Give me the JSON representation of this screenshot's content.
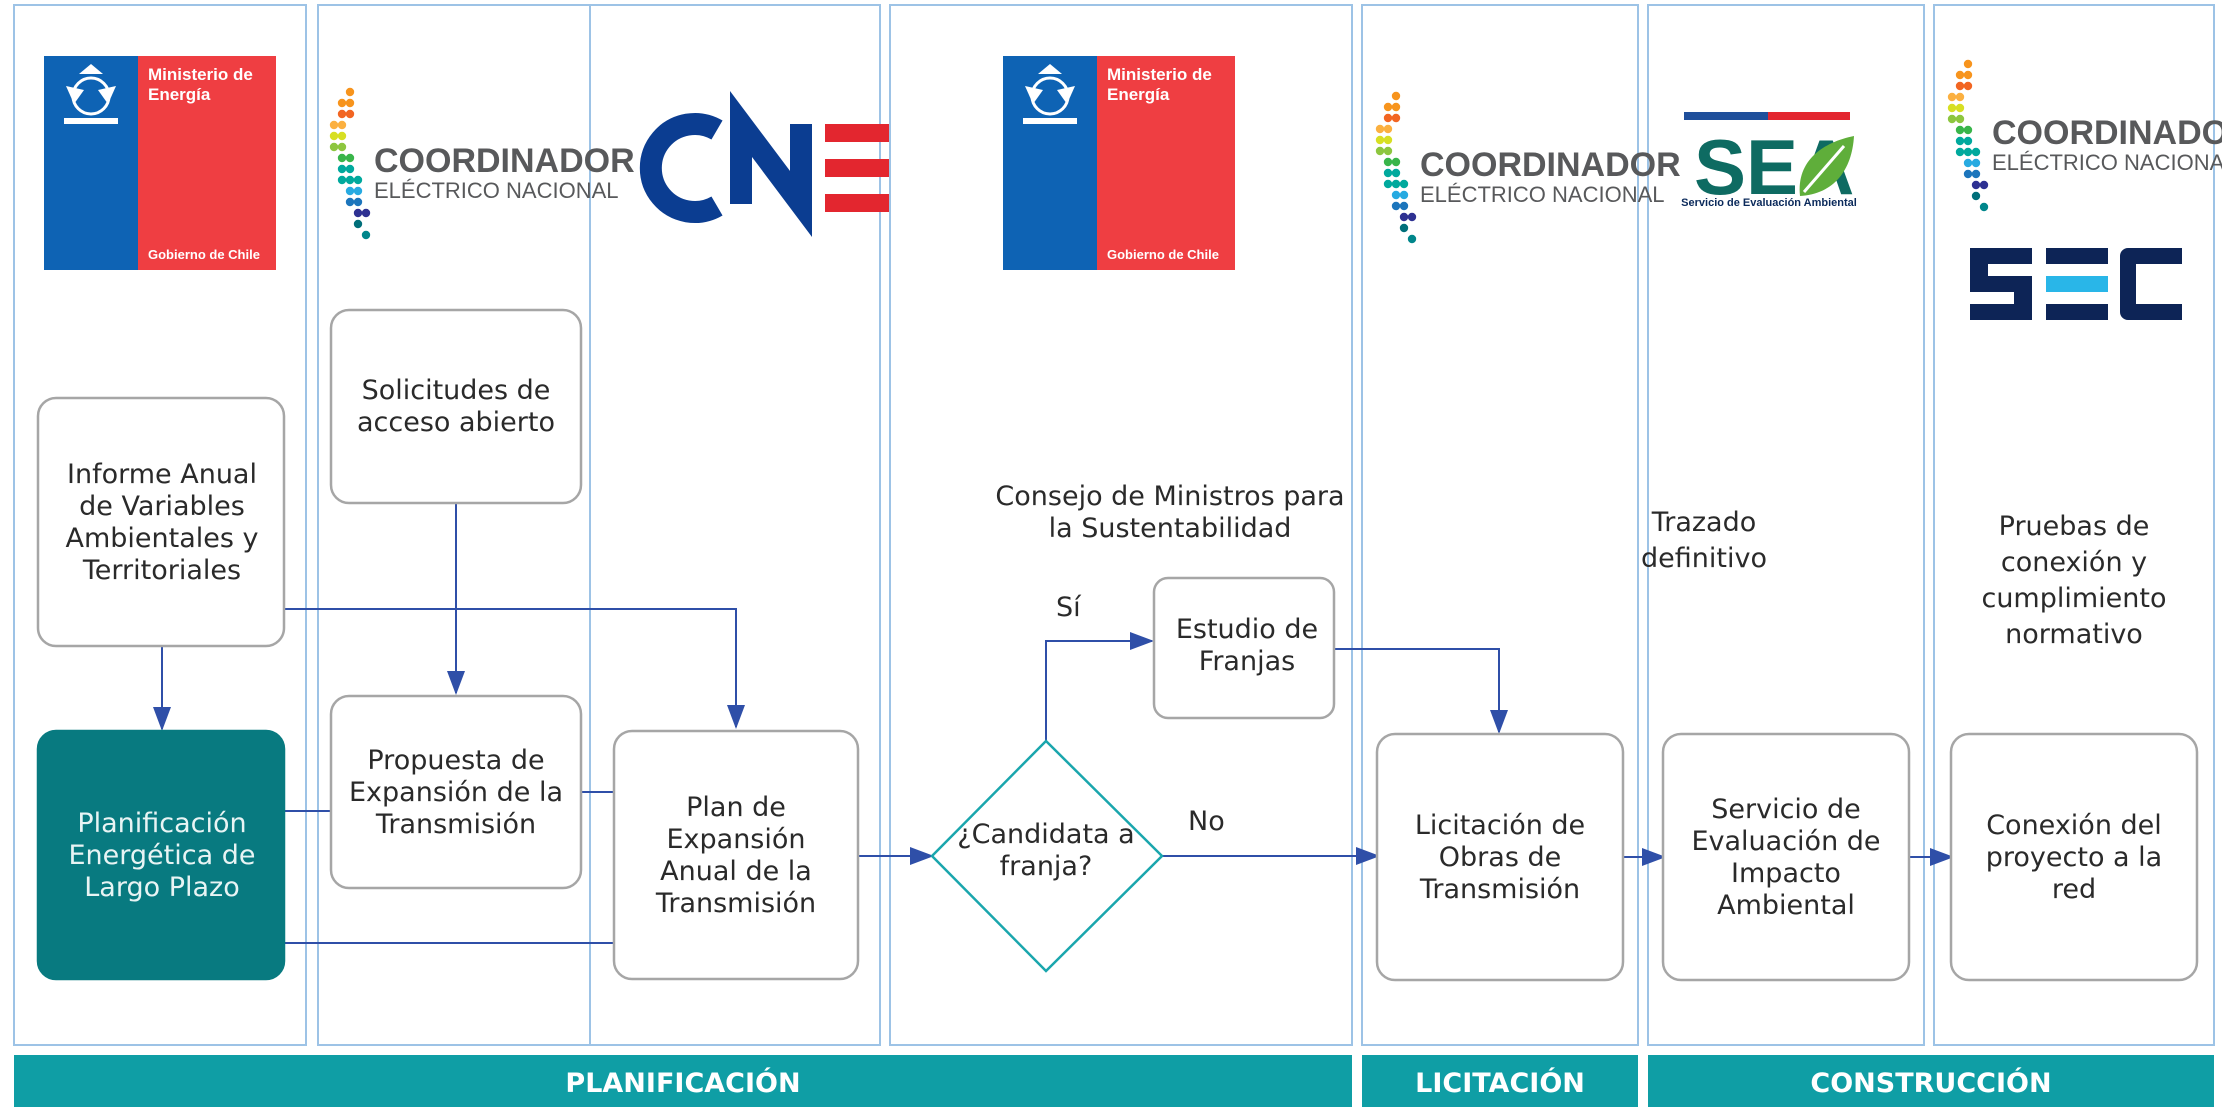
{
  "phases": {
    "planificacion": "PLANIFICACIÓN",
    "licitacion": "LICITACIÓN",
    "construccion": "CONSTRUCCIÓN"
  },
  "logos": {
    "ministerio": {
      "line1": "Ministerio de",
      "line2": "Energía",
      "footer": "Gobierno de Chile"
    },
    "coordinador": {
      "main": "COORDINADOR",
      "sub": "ELÉCTRICO NACIONAL"
    },
    "cne": {
      "text": "CNE"
    },
    "sea": {
      "text": "SEA",
      "sub": "Servicio de Evaluación Ambiental"
    },
    "sec": {
      "text": "SEC"
    }
  },
  "nodes": {
    "informe": [
      "Informe Anual",
      "de Variables",
      "Ambientales y",
      "Territoriales"
    ],
    "planificacion_energetica": [
      "Planificación",
      "Energética de",
      "Largo Plazo"
    ],
    "solicitudes": [
      "Solicitudes de",
      "acceso abierto"
    ],
    "propuesta": [
      "Propuesta de",
      "Expansión de la",
      "Transmisión"
    ],
    "plan": [
      "Plan de",
      "Expansión",
      "Anual de la",
      "Transmisión"
    ],
    "decision": [
      "¿Candidata a",
      "franja?"
    ],
    "estudio": [
      "Estudio de",
      "Franjas"
    ],
    "licitacion_obras": [
      "Licitación de",
      "Obras de",
      "Transmisión"
    ],
    "evaluacion": [
      "Servicio de",
      "Evaluación de",
      "Impacto",
      "Ambiental"
    ],
    "conexion": [
      "Conexión del",
      "proyecto a la",
      "red"
    ]
  },
  "labels": {
    "consejo": [
      "Consejo de Ministros para",
      "la Sustentabilidad"
    ],
    "trazado": [
      "Trazado",
      "definitivo"
    ],
    "pruebas": [
      "Pruebas de",
      "conexión y",
      "cumplimiento",
      "normativo"
    ],
    "si": "Sí",
    "no": "No"
  },
  "colors": {
    "accent": "#0f9ea5",
    "dark_teal": "#087a80",
    "arrow": "#2f4fa8",
    "lane_border": "#9dc3e6",
    "box_border": "#a6a6a6",
    "diamond": "#1aa6ad",
    "ministerio_blue": "#0e63b4",
    "ministerio_red": "#ef3e42"
  }
}
